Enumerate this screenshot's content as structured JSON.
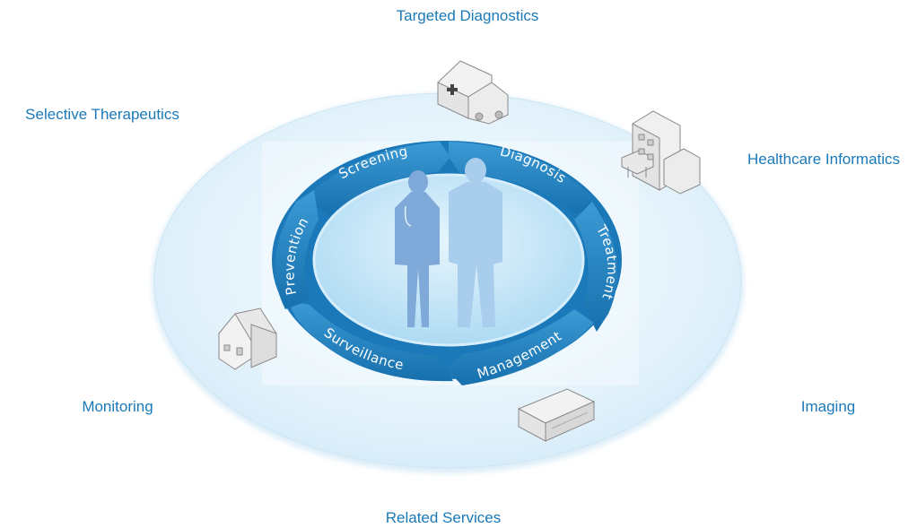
{
  "outer_labels": {
    "targeted_diagnostics": "Targeted Diagnostics",
    "selective_therapeutics": "Selective Therapeutics",
    "healthcare_informatics": "Healthcare Informatics",
    "monitoring": "Monitoring",
    "imaging": "Imaging",
    "related_services": "Related Services"
  },
  "cycle_stages": {
    "screening": "Screening",
    "diagnosis": "Diagnosis",
    "treatment": "Treatment",
    "management": "Management",
    "surveillance": "Surveillance",
    "prevention": "Prevention"
  },
  "icons": {
    "ambulance": "ambulance-icon",
    "hospital": "hospital-icon",
    "house": "house-icon",
    "clinic": "clinic-icon",
    "doctor": "doctor-figure",
    "patient": "patient-figure"
  },
  "colors": {
    "label_blue": "#1a79b8",
    "arrow_blue": "#1f83c2",
    "ring_light": "#e1f1fa",
    "center_light": "#bfe3f6",
    "figure_doctor": "#7aa6d7",
    "figure_patient": "#a8cdec"
  }
}
